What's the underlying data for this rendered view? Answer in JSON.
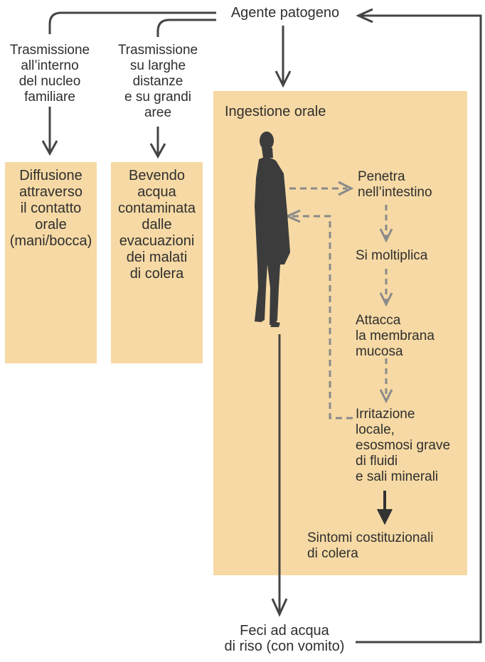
{
  "colors": {
    "box_fill": "#f6d9a4",
    "line": "#444444",
    "dashed": "#8a8a8a",
    "silhouette": "#3c3c3c"
  },
  "nodes": {
    "agent": "Agente patogeno",
    "transmission_family": "Trasmissione\nall’interno\ndel nucleo\nfamiliare",
    "transmission_distance": "Trasmissione\nsu larghe\ndistanze\ne su grandi\naree",
    "diffusion_contact": "Diffusione\nattraverso\nil contatto\norale\n(mani/bocca)",
    "drinking_water": "Bevendo\nacqua\ncontaminata\ndalle\nevacuazioni\ndei malati\ndi colera",
    "oral_ingestion": "Ingestione orale",
    "penetrates": "Penetra\nnell’intestino",
    "multiplies": "Si moltiplica",
    "attacks": "Attacca\nla membrana\nmucosa",
    "irritation": "Irritazione\nlocale,\nesosmosi grave\ndi fluidi\ne sali minerali",
    "symptoms": "Sintomi costituzionali\ndi colera",
    "stool": "Feci ad acqua\ndi riso (con vomito)"
  },
  "figure": {
    "icon": "human-silhouette-icon"
  }
}
